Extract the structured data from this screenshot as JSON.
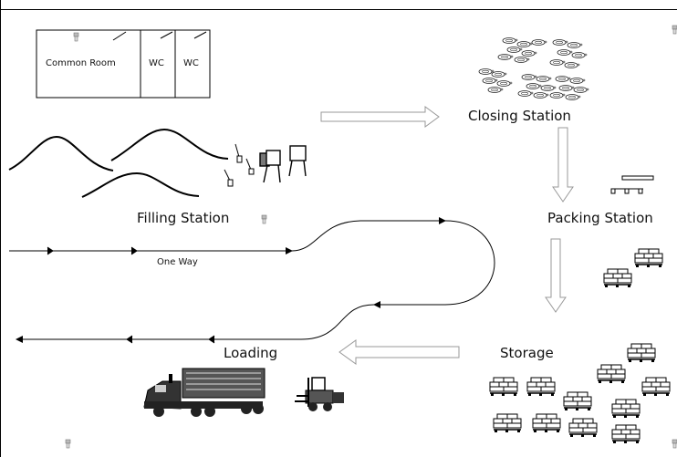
{
  "labels": {
    "common_room": "Common Room",
    "wc_1": "WC",
    "wc_2": "WC",
    "closing_station": "Closing Station",
    "filling_station": "Filling Station",
    "packing_station": "Packing Station",
    "one_way": "One Way",
    "loading": "Loading",
    "storage": "Storage"
  }
}
